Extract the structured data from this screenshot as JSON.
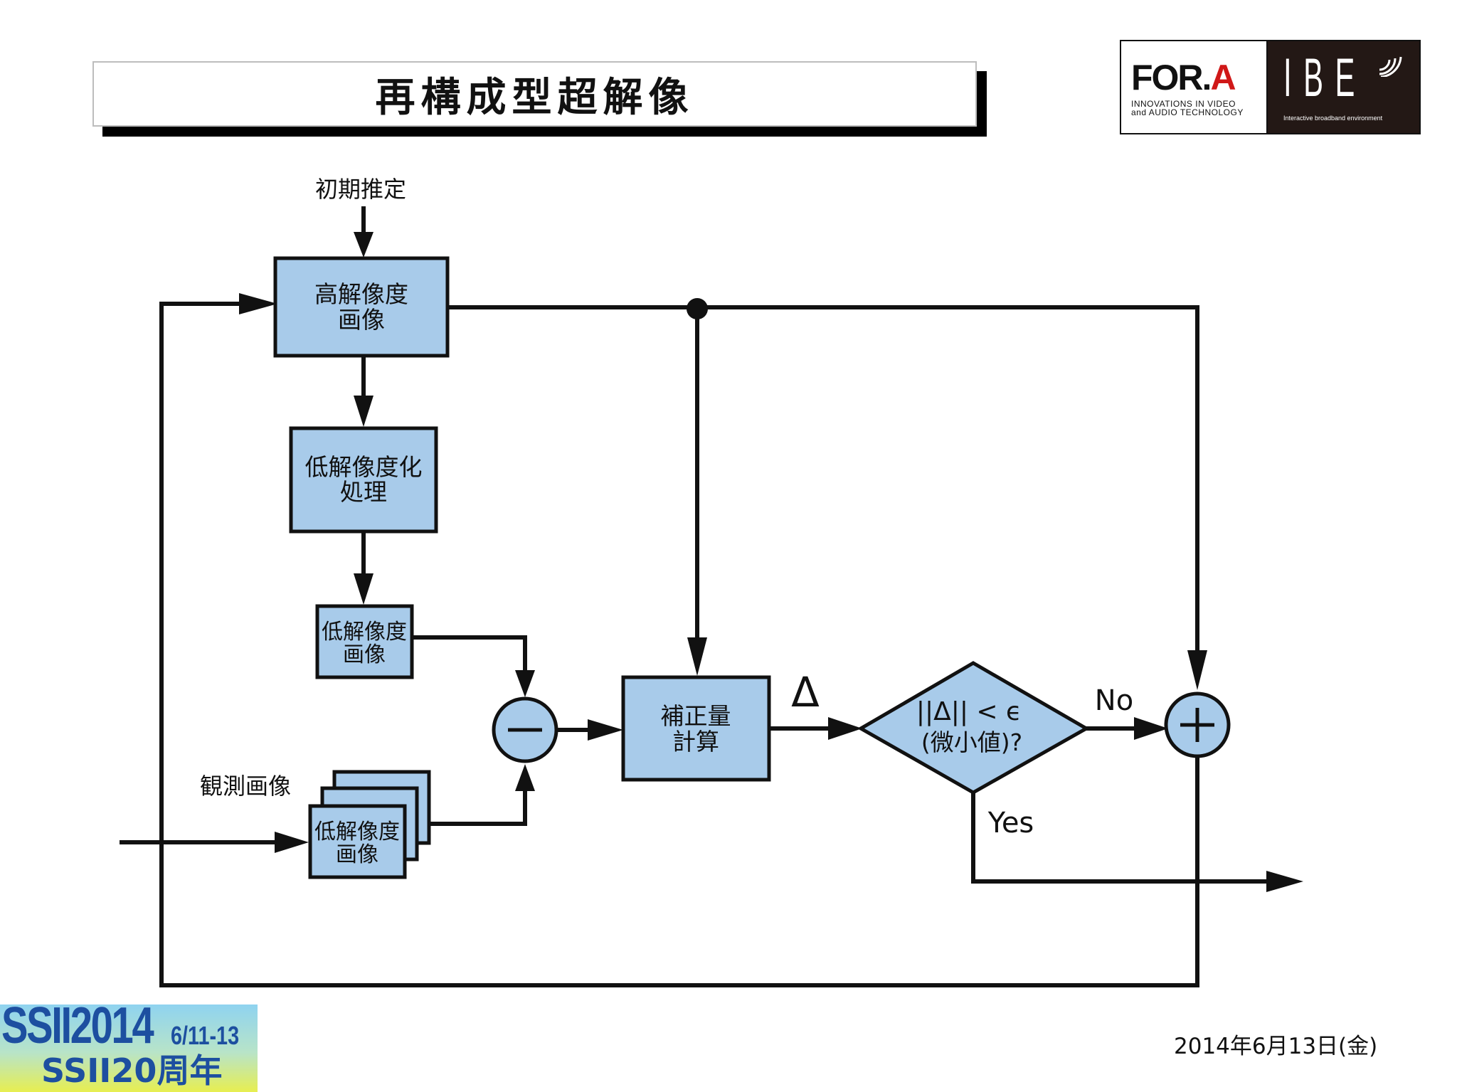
{
  "title": "再構成型超解像",
  "logo": {
    "brand_left": "FOR.A",
    "brand_left_tagline": "INNOVATIONS IN VIDEO\nand AUDIO TECHNOLOGY",
    "brand_right": "IBE",
    "brand_right_tagline": "Interactive broadband environment"
  },
  "diagram": {
    "initial_estimate_label": "初期推定",
    "high_res_box": [
      "高解像度",
      "画像"
    ],
    "degrade_box": [
      "低解像度化",
      "処理"
    ],
    "low_res_box": [
      "低解像度",
      "画像"
    ],
    "observed_label": "観測画像",
    "observed_box": [
      "低解像度",
      "画像"
    ],
    "minus_symbol": "−",
    "correction_box": [
      "補正量",
      "計算"
    ],
    "delta_label": "Δ",
    "decision_line1": "||Δ|| < ϵ",
    "decision_line2": "(微小値)?",
    "no_label": "No",
    "yes_label": "Yes",
    "plus_symbol": "+"
  },
  "footer": {
    "badge_top": "SSII2014",
    "badge_dates": "6/11-13",
    "badge_bottom": "SSII20周年",
    "date": "2014年6月13日(金)"
  },
  "colors": {
    "box_fill": "#a8cbea",
    "line": "#111111",
    "badge_text": "#1d4fa0",
    "logo_accent": "#d01818"
  }
}
